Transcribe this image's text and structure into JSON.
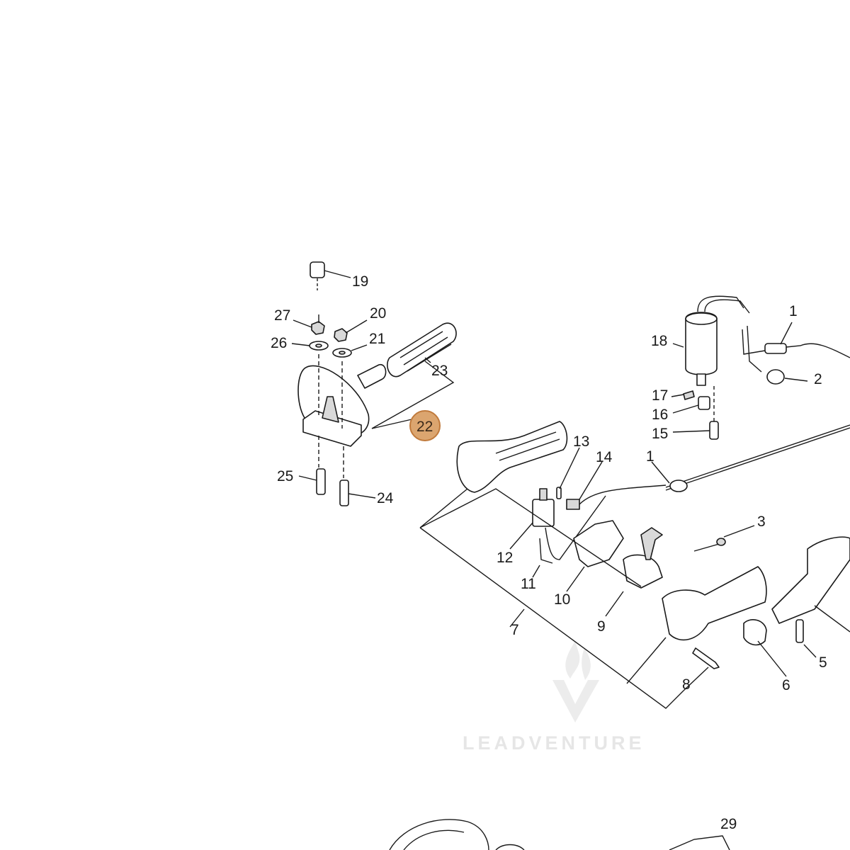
{
  "diagram": {
    "highlighted_part": "22",
    "labels": {
      "l1a": "1",
      "l1b": "1",
      "l2": "2",
      "l3": "3",
      "l5": "5",
      "l6": "6",
      "l7": "7",
      "l8": "8",
      "l9": "9",
      "l10": "10",
      "l11": "11",
      "l12": "12",
      "l13": "13",
      "l14": "14",
      "l15": "15",
      "l16": "16",
      "l17": "17",
      "l18": "18",
      "l19": "19",
      "l20": "20",
      "l21": "21",
      "l22": "22",
      "l23": "23",
      "l24": "24",
      "l25": "25",
      "l26": "26",
      "l27": "27",
      "l29": "29"
    },
    "colors": {
      "highlight_fill": "#dba56f",
      "highlight_stroke": "#c07a3c",
      "line": "#1a1a1a",
      "watermark": "#e6e6e6"
    }
  },
  "watermark": {
    "text": "LEADVENTURE",
    "logo_icon": "flame-v-logo-icon"
  }
}
